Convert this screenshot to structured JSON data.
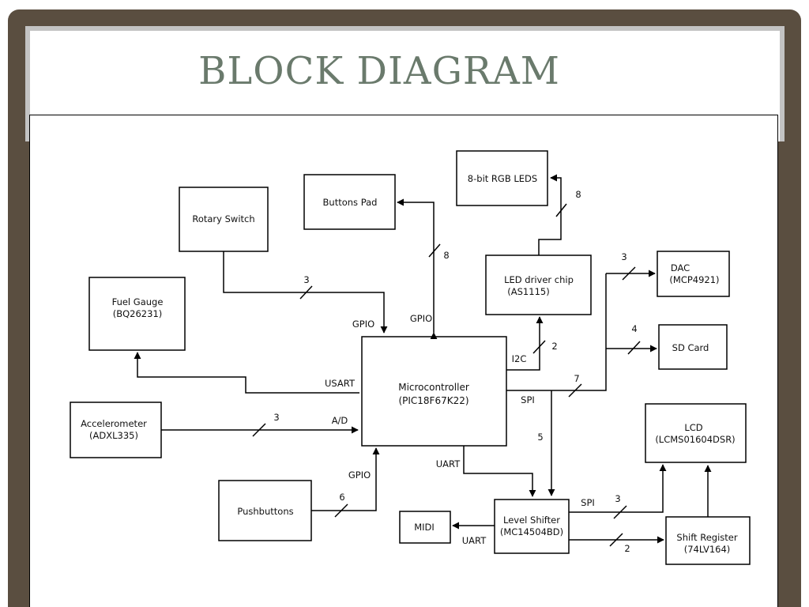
{
  "slide": {
    "title": "BLOCK DIAGRAM"
  },
  "blocks": {
    "rotary_switch": [
      "Rotary Switch"
    ],
    "buttons_pad": [
      "Buttons Pad"
    ],
    "rgb_leds": [
      "8-bit RGB LEDS"
    ],
    "fuel_gauge": [
      "Fuel Gauge",
      "(BQ26231)"
    ],
    "led_driver": [
      "LED driver chip",
      "(AS1115)"
    ],
    "dac": [
      "DAC",
      "(MCP4921)"
    ],
    "sd_card": [
      "SD Card"
    ],
    "microcontroller": [
      "Microcontroller",
      "(PIC18F67K22)"
    ],
    "accelerometer": [
      "Accelerometer",
      "(ADXL335)"
    ],
    "lcd": [
      "LCD",
      "(LCMS01604DSR)"
    ],
    "pushbuttons": [
      "Pushbuttons"
    ],
    "midi": [
      "MIDI"
    ],
    "level_shifter": [
      "Level Shifter",
      "(MC14504BD)"
    ],
    "shift_register": [
      "Shift Register",
      "(74LV164)"
    ]
  },
  "labels": {
    "gpio_rotary": "GPIO",
    "gpio_buttons": "GPIO",
    "usart": "USART",
    "ad": "A/D",
    "gpio_push": "GPIO",
    "i2c": "I2C",
    "spi_mcu": "SPI",
    "uart_mcu": "UART",
    "spi_ls": "SPI",
    "uart_midi": "UART"
  },
  "bus_widths": {
    "rotary": "3",
    "buttons": "8",
    "leds": "8",
    "dac": "3",
    "sd": "4",
    "i2c": "2",
    "spi_main": "7",
    "accel": "3",
    "push": "6",
    "spi_down": "5",
    "lcd_spi": "3",
    "shift": "2"
  }
}
